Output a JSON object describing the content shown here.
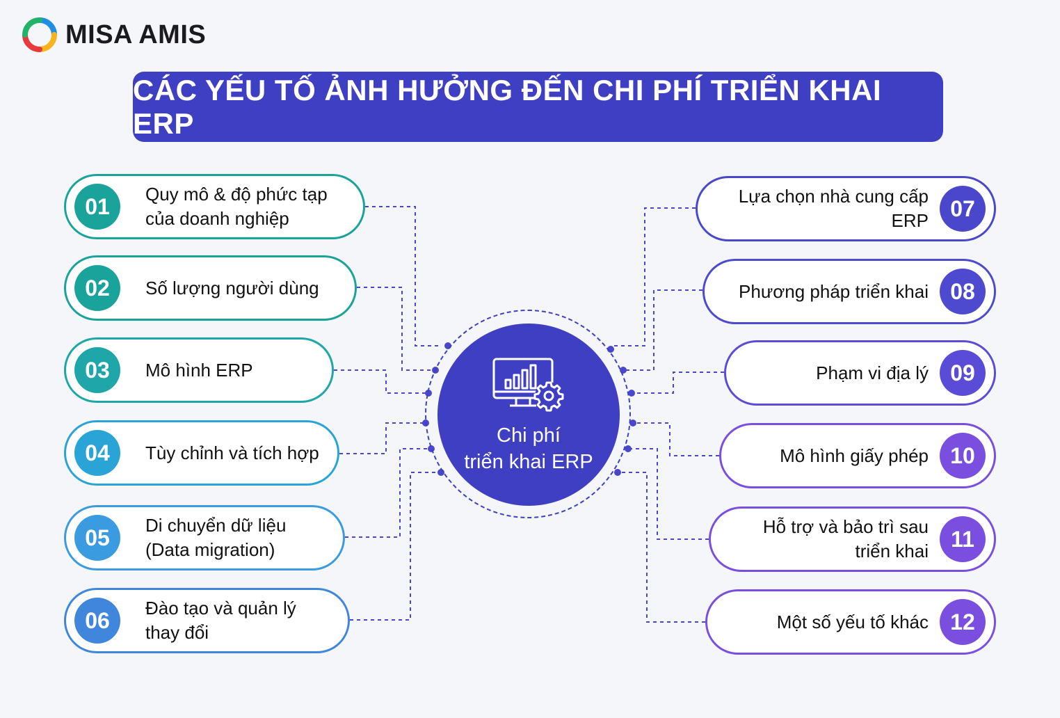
{
  "brand": {
    "name": "MISA AMIS"
  },
  "title": "CÁC YẾU TỐ ẢNH HƯỞNG ĐẾN CHI PHÍ TRIỂN KHAI ERP",
  "center": {
    "line1": "Chi phí",
    "line2": "triển khai ERP",
    "icon": "computer-chart-gear-icon"
  },
  "colors": {
    "banner": "#3f3fc4",
    "center": "#3f3fc4",
    "teal": "#1aa39a",
    "blue": "#3a9be0",
    "indigo": "#4a47cc",
    "purple": "#7a4fe0"
  },
  "factors_left": [
    {
      "num": "01",
      "label": "Quy mô & độ phức tạp\ncủa doanh nghiệp"
    },
    {
      "num": "02",
      "label": "Số lượng người dùng"
    },
    {
      "num": "03",
      "label": "Mô hình ERP"
    },
    {
      "num": "04",
      "label": "Tùy chỉnh và tích hợp"
    },
    {
      "num": "05",
      "label": "Di chuyển dữ liệu\n(Data migration)"
    },
    {
      "num": "06",
      "label": "Đào tạo và quản lý\nthay đổi"
    }
  ],
  "factors_right": [
    {
      "num": "07",
      "label": "Lựa chọn nhà cung cấp ERP"
    },
    {
      "num": "08",
      "label": "Phương pháp triển khai"
    },
    {
      "num": "09",
      "label": "Phạm vi địa lý"
    },
    {
      "num": "10",
      "label": "Mô hình giấy phép"
    },
    {
      "num": "11",
      "label": "Hỗ trợ và bảo trì sau\ntriển khai"
    },
    {
      "num": "12",
      "label": "Một số yếu tố khác"
    }
  ]
}
